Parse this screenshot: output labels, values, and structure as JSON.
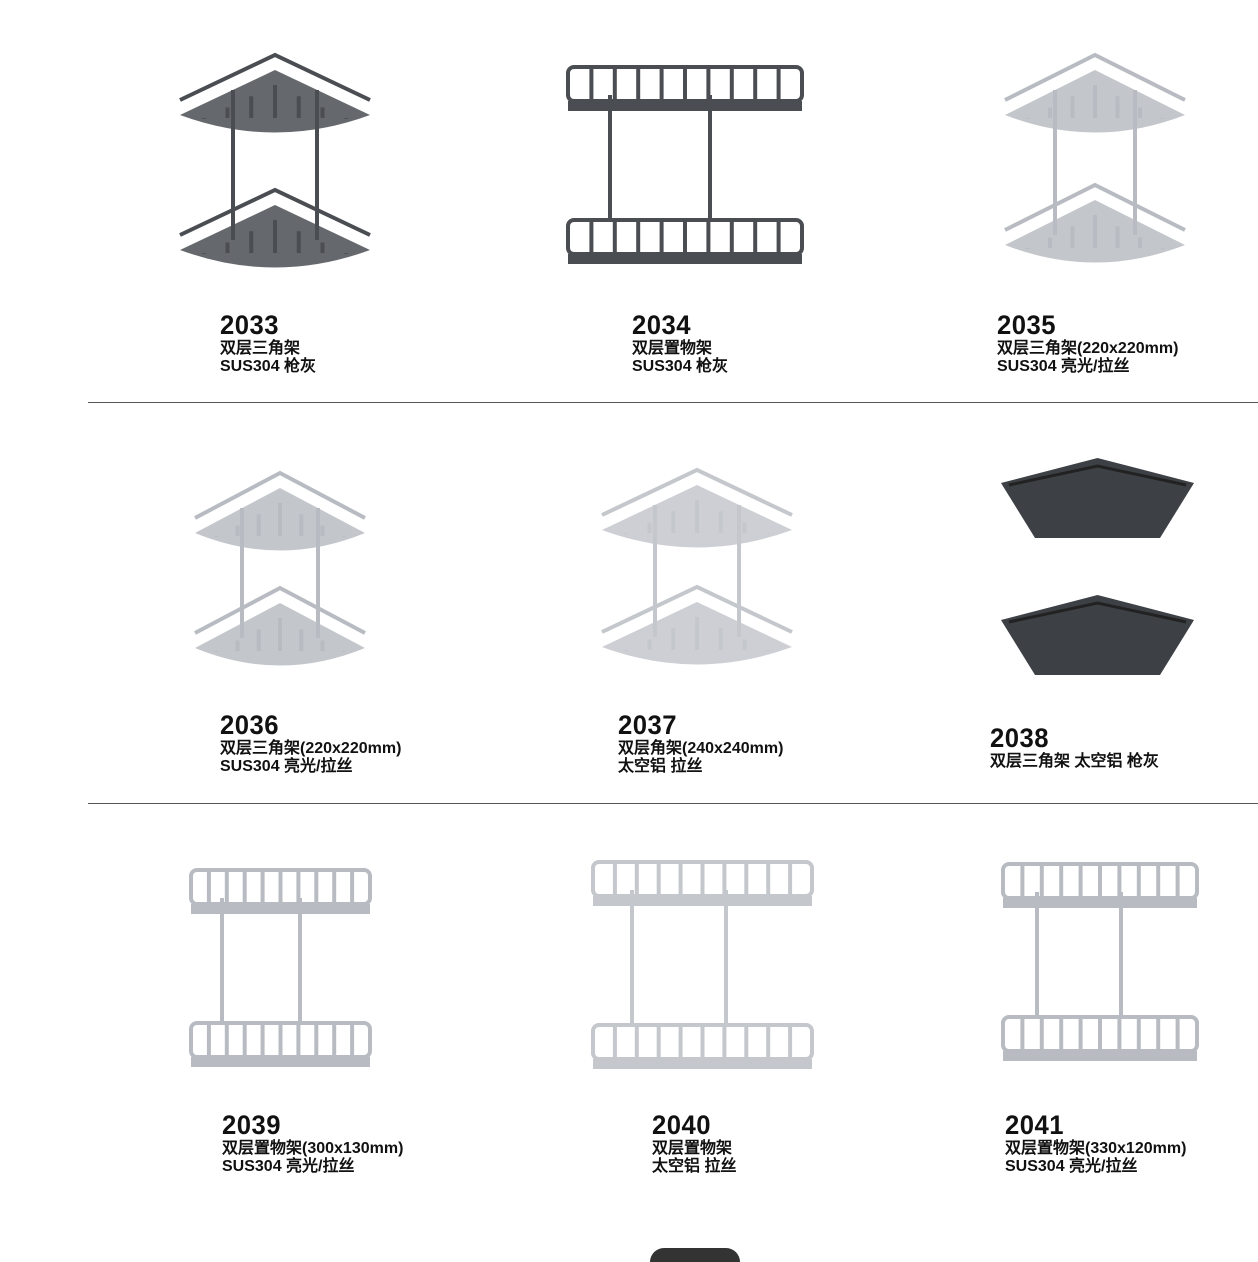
{
  "catalog": {
    "products": [
      {
        "code": "2033",
        "name": "双层三角架",
        "material": "SUS304 枪灰",
        "shape": "corner",
        "finish": "#4a4d52"
      },
      {
        "code": "2034",
        "name": "双层置物架",
        "material": "SUS304 枪灰",
        "shape": "rect",
        "finish": "#4a4d52"
      },
      {
        "code": "2035",
        "name": "双层三角架(220x220mm)",
        "material": "SUS304 亮光/拉丝",
        "shape": "corner",
        "finish": "#b8bcc2"
      },
      {
        "code": "2036",
        "name": "双层三角架(220x220mm)",
        "material": "SUS304 亮光/拉丝",
        "shape": "corner-front",
        "finish": "#b8bcc2"
      },
      {
        "code": "2037",
        "name": "双层角架(240x240mm)",
        "material": "太空铝 拉丝",
        "shape": "corner",
        "finish": "#c4c7cc"
      },
      {
        "code": "2038",
        "name": "双层三角架  太空铝 枪灰",
        "material": "",
        "shape": "tray",
        "finish": "#3d4045"
      },
      {
        "code": "2039",
        "name": "双层置物架(300x130mm)",
        "material": "SUS304 亮光/拉丝",
        "shape": "rect-front",
        "finish": "#b8bcc2"
      },
      {
        "code": "2040",
        "name": "双层置物架",
        "material": "太空铝 拉丝",
        "shape": "rect",
        "finish": "#c4c7cc"
      },
      {
        "code": "2041",
        "name": "双层置物架(330x120mm)",
        "material": "SUS304 亮光/拉丝",
        "shape": "rect",
        "finish": "#b8bcc2"
      }
    ]
  }
}
